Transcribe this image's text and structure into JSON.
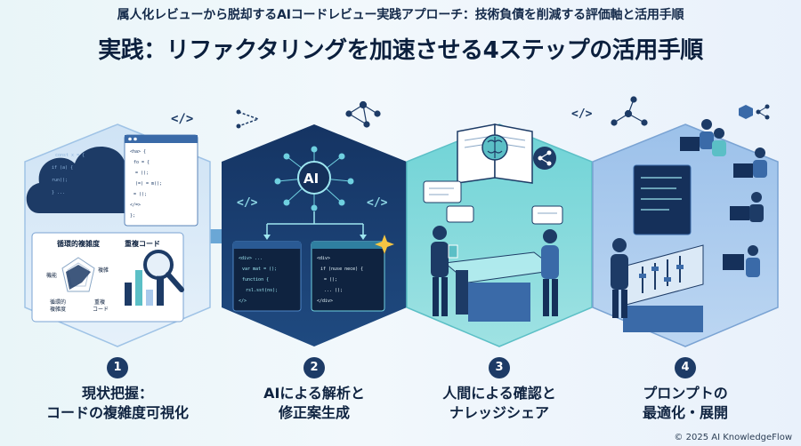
{
  "header": {
    "subtitle": "属人化レビューから脱却するAIコードレビュー実践アプローチ：技術負債を削減する評価軸と活用手順",
    "title": "実践：リファクタリングを加速させる4ステップの活用手順"
  },
  "steps": [
    {
      "number": "1",
      "line1": "現状把握：",
      "line2": "コードの複雑度可視化"
    },
    {
      "number": "2",
      "line1": "AIによる解析と",
      "line2": "修正案生成"
    },
    {
      "number": "3",
      "line1": "人間による確認と",
      "line2": "ナレッジシェア"
    },
    {
      "number": "4",
      "line1": "プロンプトの",
      "line2": "最適化・展開"
    }
  ],
  "step1_panel": {
    "metric_a": "循環的複雑度",
    "metric_b": "重複コード",
    "axis_left": "機能",
    "axis_right": "複雑",
    "axis_bottom_left_1": "循環的",
    "axis_bottom_left_2": "複雑度",
    "axis_bottom_right_1": "重複",
    "axis_bottom_right_2": "コード"
  },
  "step2_panel": {
    "ai_label": "AI"
  },
  "footer": {
    "copyright": "© 2025 AI KnowledgeFlow"
  },
  "colors": {
    "navy": "#1d3b66",
    "deep_blue": "#15305a",
    "teal": "#33b7bf",
    "light_blue": "#a9c9ec",
    "accent_yellow": "#f5c542"
  },
  "icons": [
    "code-tag-icon",
    "network-icon",
    "magnifier-icon",
    "brain-icon",
    "share-icon",
    "chat-bubble-icon",
    "sparkle-icon",
    "cube-icon"
  ]
}
